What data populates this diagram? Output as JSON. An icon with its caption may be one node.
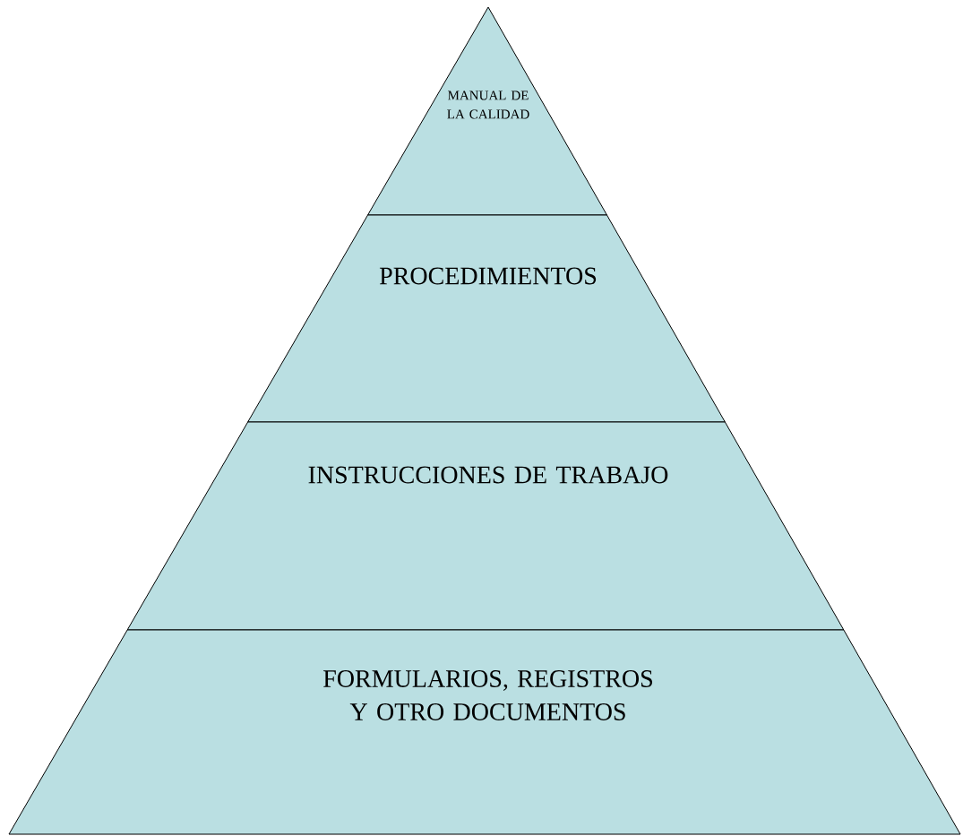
{
  "diagram": {
    "nodes": [
      {
        "text": [
          "MANUAL DE LA CALIDAD"
        ]
      },
      {
        "text": [
          "PROCEDIMIENTOS"
        ]
      },
      {
        "text": [
          "INSTRUCCIONES DE TRABAJO"
        ]
      },
      {
        "text": [
          "FORMULARIOS, REGISTROS Y OTRO DOCUMENTOS"
        ]
      }
    ]
  }
}
